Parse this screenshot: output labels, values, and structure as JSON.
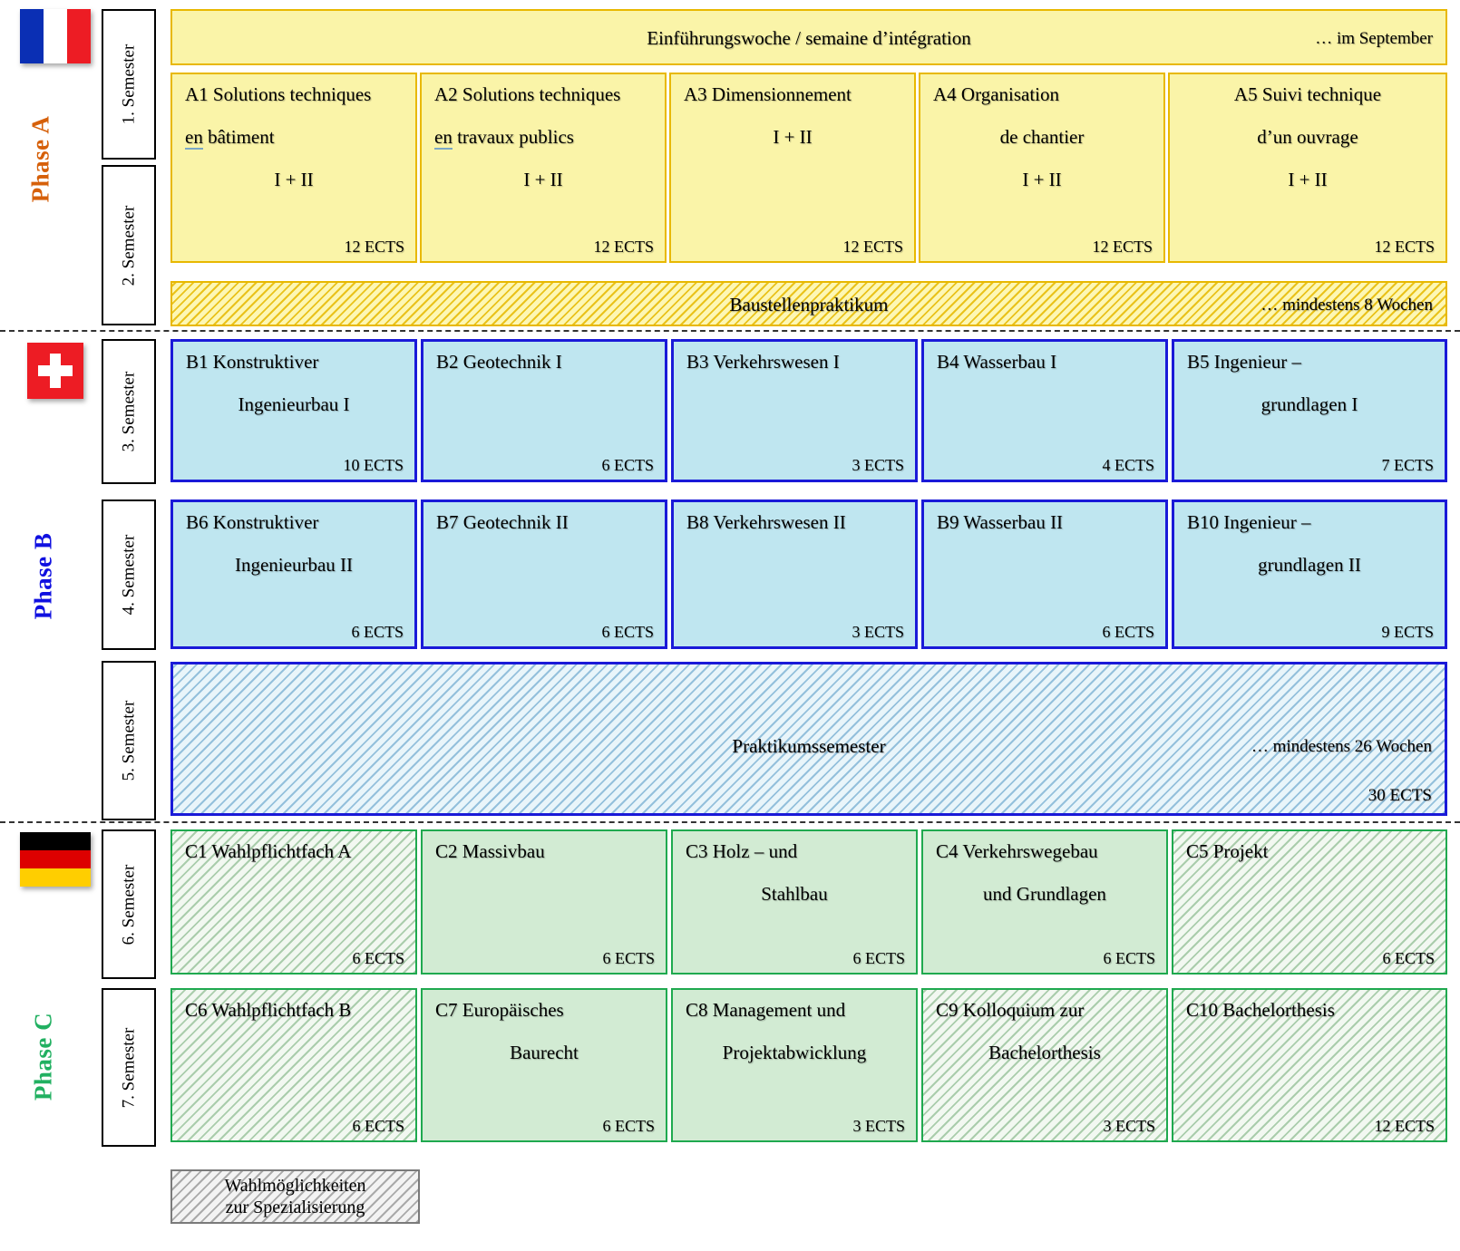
{
  "phases": [
    {
      "id": "A",
      "label": "Phase A",
      "color": "#D6600A",
      "flag": "france-flag"
    },
    {
      "id": "B",
      "label": "Phase B",
      "color": "#1010E0",
      "flag": "switzerland-flag"
    },
    {
      "id": "C",
      "label": "Phase C",
      "color": "#21B061",
      "flag": "germany-flag"
    }
  ],
  "semesters": [
    {
      "label": "1. Semester"
    },
    {
      "label": "2. Semester"
    },
    {
      "label": "3. Semester"
    },
    {
      "label": "4. Semester"
    },
    {
      "label": "5. Semester"
    },
    {
      "label": "6. Semester"
    },
    {
      "label": "7. Semester"
    }
  ],
  "banners": {
    "intro": {
      "title": "Einführungswoche / semaine d’intégration",
      "note": "… im September",
      "ects": ""
    },
    "baustelle": {
      "title": "Baustellenpraktikum",
      "note": "… mindestens 8 Wochen",
      "ects": ""
    },
    "praktikum": {
      "title": "Praktikumssemester",
      "note": "… mindestens 26 Wochen",
      "ects": "30 ECTS"
    }
  },
  "modules": {
    "a": [
      {
        "code": "A1",
        "l1": "A1 Solutions techniques",
        "l2pre": "en",
        "l2post": " bâtiment",
        "l3": "I + II",
        "ects": "12 ECTS"
      },
      {
        "code": "A2",
        "l1": "A2 Solutions techniques",
        "l2pre": "en",
        "l2post": " travaux publics",
        "l3": "I + II",
        "ects": "12 ECTS"
      },
      {
        "code": "A3",
        "l1": "A3 Dimensionnement",
        "l2": "I + II",
        "l3": "",
        "ects": "12 ECTS"
      },
      {
        "code": "A4",
        "l1": "A4 Organisation",
        "l2": "de chantier",
        "l3": "I + II",
        "ects": "12 ECTS"
      },
      {
        "code": "A5",
        "l1": "A5 Suivi technique",
        "l2": "d’un ouvrage",
        "l3": "I + II",
        "ects": "12 ECTS"
      }
    ],
    "b1": [
      {
        "code": "B1",
        "l1": "B1 Konstruktiver",
        "l2": "Ingenieurbau I",
        "ects": "10 ECTS"
      },
      {
        "code": "B2",
        "l1": "B2 Geotechnik I",
        "l2": "",
        "ects": "6 ECTS"
      },
      {
        "code": "B3",
        "l1": "B3 Verkehrswesen I",
        "l2": "",
        "ects": "3 ECTS"
      },
      {
        "code": "B4",
        "l1": "B4 Wasserbau I",
        "l2": "",
        "ects": "4 ECTS"
      },
      {
        "code": "B5",
        "l1": "B5  Ingenieur –",
        "l2": "grundlagen I",
        "ects": "7 ECTS"
      }
    ],
    "b2": [
      {
        "code": "B6",
        "l1": "B6 Konstruktiver",
        "l2": "Ingenieurbau II",
        "ects": "6 ECTS"
      },
      {
        "code": "B7",
        "l1": "B7 Geotechnik II",
        "l2": "",
        "ects": "6 ECTS"
      },
      {
        "code": "B8",
        "l1": "B8 Verkehrswesen II",
        "l2": "",
        "ects": "3 ECTS"
      },
      {
        "code": "B9",
        "l1": "B9 Wasserbau II",
        "l2": "",
        "ects": "6 ECTS"
      },
      {
        "code": "B10",
        "l1": "B10 Ingenieur –",
        "l2": "grundlagen II",
        "ects": "9 ECTS"
      }
    ],
    "c1": [
      {
        "code": "C1",
        "l1": "C1 Wahlpflichtfach A",
        "l2": "",
        "ects": "6 ECTS",
        "elective": true
      },
      {
        "code": "C2",
        "l1": "C2 Massivbau",
        "l2": "",
        "ects": "6 ECTS",
        "elective": false
      },
      {
        "code": "C3",
        "l1": "C3 Holz – und",
        "l2": "Stahlbau",
        "ects": "6 ECTS",
        "elective": false
      },
      {
        "code": "C4",
        "l1": "C4 Verkehrswegebau",
        "l2": "und Grundlagen",
        "ects": "6 ECTS",
        "elective": false
      },
      {
        "code": "C5",
        "l1": "C5 Projekt",
        "l2": "",
        "ects": "6 ECTS",
        "elective": true
      }
    ],
    "c2": [
      {
        "code": "C6",
        "l1": "C6 Wahlpflichtfach B",
        "l2": "",
        "ects": "6 ECTS",
        "elective": true
      },
      {
        "code": "C7",
        "l1": "C7 Europäisches",
        "l2": "Baurecht",
        "ects": "6 ECTS",
        "elective": false
      },
      {
        "code": "C8",
        "l1": "C8 Management und",
        "l2": "Projektabwicklung",
        "ects": "3 ECTS",
        "elective": false
      },
      {
        "code": "C9",
        "l1": "C9 Kolloquium zur",
        "l2": "Bachelorthesis",
        "ects": "3 ECTS",
        "elective": true
      },
      {
        "code": "C10",
        "l1": "C10 Bachelorthesis",
        "l2": "",
        "ects": "12 ECTS",
        "elective": true
      }
    ]
  },
  "legend": {
    "line1": "Wahlmöglichkeiten",
    "line2": "zur Spezialisierung"
  }
}
